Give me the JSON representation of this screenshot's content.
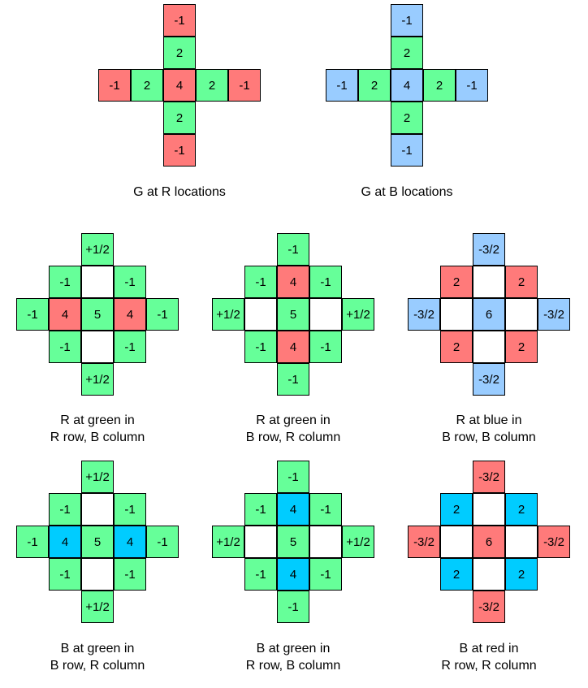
{
  "colors": {
    "green": "#66ff99",
    "red": "#ff7a7a",
    "lightblue": "#99ccff",
    "cyan": "#00ccff",
    "white": "#ffffff"
  },
  "kernels": [
    {
      "id": "g-at-r",
      "caption": [
        "G at R locations"
      ],
      "cells": [
        {
          "r": 0,
          "c": 2,
          "v": "-1",
          "color": "red"
        },
        {
          "r": 1,
          "c": 2,
          "v": "2",
          "color": "green"
        },
        {
          "r": 2,
          "c": 0,
          "v": "-1",
          "color": "red"
        },
        {
          "r": 2,
          "c": 1,
          "v": "2",
          "color": "green"
        },
        {
          "r": 2,
          "c": 2,
          "v": "4",
          "color": "red"
        },
        {
          "r": 2,
          "c": 3,
          "v": "2",
          "color": "green"
        },
        {
          "r": 2,
          "c": 4,
          "v": "-1",
          "color": "red"
        },
        {
          "r": 3,
          "c": 2,
          "v": "2",
          "color": "green"
        },
        {
          "r": 4,
          "c": 2,
          "v": "-1",
          "color": "red"
        }
      ]
    },
    {
      "id": "g-at-b",
      "caption": [
        "G at B locations"
      ],
      "cells": [
        {
          "r": 0,
          "c": 2,
          "v": "-1",
          "color": "lightblue"
        },
        {
          "r": 1,
          "c": 2,
          "v": "2",
          "color": "green"
        },
        {
          "r": 2,
          "c": 0,
          "v": "-1",
          "color": "lightblue"
        },
        {
          "r": 2,
          "c": 1,
          "v": "2",
          "color": "green"
        },
        {
          "r": 2,
          "c": 2,
          "v": "4",
          "color": "lightblue"
        },
        {
          "r": 2,
          "c": 3,
          "v": "2",
          "color": "green"
        },
        {
          "r": 2,
          "c": 4,
          "v": "-1",
          "color": "lightblue"
        },
        {
          "r": 3,
          "c": 2,
          "v": "2",
          "color": "green"
        },
        {
          "r": 4,
          "c": 2,
          "v": "-1",
          "color": "lightblue"
        }
      ]
    },
    {
      "id": "r-green-rrow-bcol",
      "caption": [
        "R at green in",
        "R row, B column"
      ],
      "cells": [
        {
          "r": 0,
          "c": 2,
          "v": "+1/2",
          "color": "green"
        },
        {
          "r": 1,
          "c": 1,
          "v": "-1",
          "color": "green"
        },
        {
          "r": 1,
          "c": 2,
          "v": "",
          "color": "white"
        },
        {
          "r": 1,
          "c": 3,
          "v": "-1",
          "color": "green"
        },
        {
          "r": 2,
          "c": 0,
          "v": "-1",
          "color": "green"
        },
        {
          "r": 2,
          "c": 1,
          "v": "4",
          "color": "red"
        },
        {
          "r": 2,
          "c": 2,
          "v": "5",
          "color": "green"
        },
        {
          "r": 2,
          "c": 3,
          "v": "4",
          "color": "red"
        },
        {
          "r": 2,
          "c": 4,
          "v": "-1",
          "color": "green"
        },
        {
          "r": 3,
          "c": 1,
          "v": "-1",
          "color": "green"
        },
        {
          "r": 3,
          "c": 2,
          "v": "",
          "color": "white"
        },
        {
          "r": 3,
          "c": 3,
          "v": "-1",
          "color": "green"
        },
        {
          "r": 4,
          "c": 2,
          "v": "+1/2",
          "color": "green"
        }
      ]
    },
    {
      "id": "r-green-brow-rcol",
      "caption": [
        "R at green in",
        "B row, R column"
      ],
      "cells": [
        {
          "r": 0,
          "c": 2,
          "v": "-1",
          "color": "green"
        },
        {
          "r": 1,
          "c": 1,
          "v": "-1",
          "color": "green"
        },
        {
          "r": 1,
          "c": 2,
          "v": "4",
          "color": "red"
        },
        {
          "r": 1,
          "c": 3,
          "v": "-1",
          "color": "green"
        },
        {
          "r": 2,
          "c": 0,
          "v": "+1/2",
          "color": "green"
        },
        {
          "r": 2,
          "c": 1,
          "v": "",
          "color": "white"
        },
        {
          "r": 2,
          "c": 2,
          "v": "5",
          "color": "green"
        },
        {
          "r": 2,
          "c": 3,
          "v": "",
          "color": "white"
        },
        {
          "r": 2,
          "c": 4,
          "v": "+1/2",
          "color": "green"
        },
        {
          "r": 3,
          "c": 1,
          "v": "-1",
          "color": "green"
        },
        {
          "r": 3,
          "c": 2,
          "v": "4",
          "color": "red"
        },
        {
          "r": 3,
          "c": 3,
          "v": "-1",
          "color": "green"
        },
        {
          "r": 4,
          "c": 2,
          "v": "-1",
          "color": "green"
        }
      ]
    },
    {
      "id": "r-blue-brow-bcol",
      "caption": [
        "R at blue in",
        "B row, B column"
      ],
      "cells": [
        {
          "r": 0,
          "c": 2,
          "v": "-3/2",
          "color": "lightblue"
        },
        {
          "r": 1,
          "c": 1,
          "v": "2",
          "color": "red"
        },
        {
          "r": 1,
          "c": 2,
          "v": "",
          "color": "white"
        },
        {
          "r": 1,
          "c": 3,
          "v": "2",
          "color": "red"
        },
        {
          "r": 2,
          "c": 0,
          "v": "-3/2",
          "color": "lightblue"
        },
        {
          "r": 2,
          "c": 1,
          "v": "",
          "color": "white"
        },
        {
          "r": 2,
          "c": 2,
          "v": "6",
          "color": "lightblue"
        },
        {
          "r": 2,
          "c": 3,
          "v": "",
          "color": "white"
        },
        {
          "r": 2,
          "c": 4,
          "v": "-3/2",
          "color": "lightblue"
        },
        {
          "r": 3,
          "c": 1,
          "v": "2",
          "color": "red"
        },
        {
          "r": 3,
          "c": 2,
          "v": "",
          "color": "white"
        },
        {
          "r": 3,
          "c": 3,
          "v": "2",
          "color": "red"
        },
        {
          "r": 4,
          "c": 2,
          "v": "-3/2",
          "color": "lightblue"
        }
      ]
    },
    {
      "id": "b-green-brow-rcol",
      "caption": [
        "B at green in",
        "B row, R column"
      ],
      "cells": [
        {
          "r": 0,
          "c": 2,
          "v": "+1/2",
          "color": "green"
        },
        {
          "r": 1,
          "c": 1,
          "v": "-1",
          "color": "green"
        },
        {
          "r": 1,
          "c": 2,
          "v": "",
          "color": "white"
        },
        {
          "r": 1,
          "c": 3,
          "v": "-1",
          "color": "green"
        },
        {
          "r": 2,
          "c": 0,
          "v": "-1",
          "color": "green"
        },
        {
          "r": 2,
          "c": 1,
          "v": "4",
          "color": "cyan"
        },
        {
          "r": 2,
          "c": 2,
          "v": "5",
          "color": "green"
        },
        {
          "r": 2,
          "c": 3,
          "v": "4",
          "color": "cyan"
        },
        {
          "r": 2,
          "c": 4,
          "v": "-1",
          "color": "green"
        },
        {
          "r": 3,
          "c": 1,
          "v": "-1",
          "color": "green"
        },
        {
          "r": 3,
          "c": 2,
          "v": "",
          "color": "white"
        },
        {
          "r": 3,
          "c": 3,
          "v": "-1",
          "color": "green"
        },
        {
          "r": 4,
          "c": 2,
          "v": "+1/2",
          "color": "green"
        }
      ]
    },
    {
      "id": "b-green-rrow-bcol",
      "caption": [
        "B at green in",
        "R row, B column"
      ],
      "cells": [
        {
          "r": 0,
          "c": 2,
          "v": "-1",
          "color": "green"
        },
        {
          "r": 1,
          "c": 1,
          "v": "-1",
          "color": "green"
        },
        {
          "r": 1,
          "c": 2,
          "v": "4",
          "color": "cyan"
        },
        {
          "r": 1,
          "c": 3,
          "v": "-1",
          "color": "green"
        },
        {
          "r": 2,
          "c": 0,
          "v": "+1/2",
          "color": "green"
        },
        {
          "r": 2,
          "c": 1,
          "v": "",
          "color": "white"
        },
        {
          "r": 2,
          "c": 2,
          "v": "5",
          "color": "green"
        },
        {
          "r": 2,
          "c": 3,
          "v": "",
          "color": "white"
        },
        {
          "r": 2,
          "c": 4,
          "v": "+1/2",
          "color": "green"
        },
        {
          "r": 3,
          "c": 1,
          "v": "-1",
          "color": "green"
        },
        {
          "r": 3,
          "c": 2,
          "v": "4",
          "color": "cyan"
        },
        {
          "r": 3,
          "c": 3,
          "v": "-1",
          "color": "green"
        },
        {
          "r": 4,
          "c": 2,
          "v": "-1",
          "color": "green"
        }
      ]
    },
    {
      "id": "b-red-rrow-rcol",
      "caption": [
        "B at red in",
        "R row, R column"
      ],
      "cells": [
        {
          "r": 0,
          "c": 2,
          "v": "-3/2",
          "color": "red"
        },
        {
          "r": 1,
          "c": 1,
          "v": "2",
          "color": "cyan"
        },
        {
          "r": 1,
          "c": 2,
          "v": "",
          "color": "white"
        },
        {
          "r": 1,
          "c": 3,
          "v": "2",
          "color": "cyan"
        },
        {
          "r": 2,
          "c": 0,
          "v": "-3/2",
          "color": "red"
        },
        {
          "r": 2,
          "c": 1,
          "v": "",
          "color": "white"
        },
        {
          "r": 2,
          "c": 2,
          "v": "6",
          "color": "red"
        },
        {
          "r": 2,
          "c": 3,
          "v": "",
          "color": "white"
        },
        {
          "r": 2,
          "c": 4,
          "v": "-3/2",
          "color": "red"
        },
        {
          "r": 3,
          "c": 1,
          "v": "2",
          "color": "cyan"
        },
        {
          "r": 3,
          "c": 2,
          "v": "",
          "color": "white"
        },
        {
          "r": 3,
          "c": 3,
          "v": "2",
          "color": "cyan"
        },
        {
          "r": 4,
          "c": 2,
          "v": "-3/2",
          "color": "red"
        }
      ]
    }
  ]
}
